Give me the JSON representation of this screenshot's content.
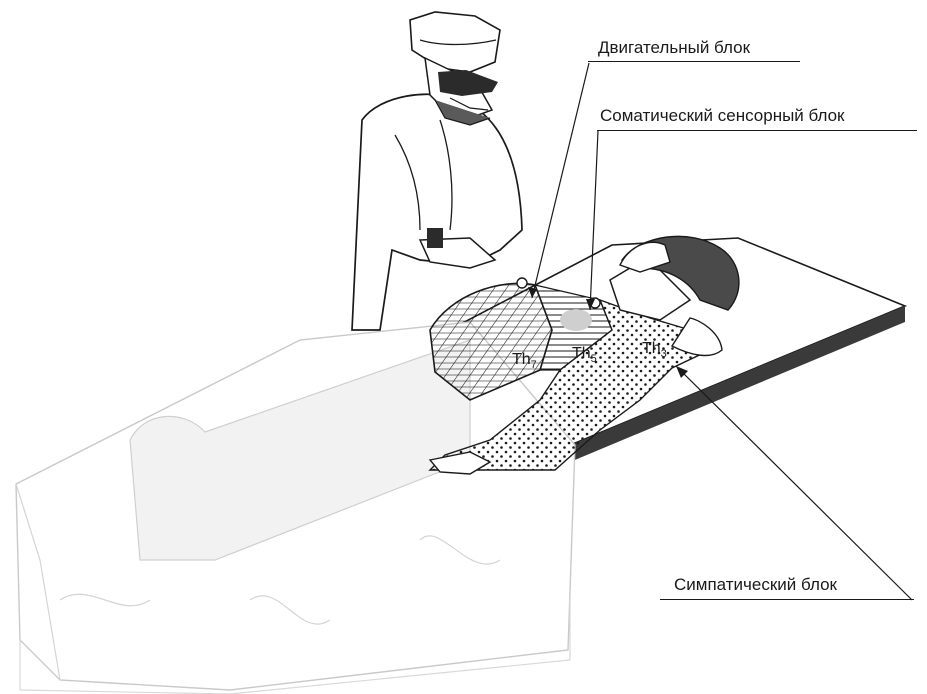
{
  "labels": {
    "motor_block": "Двигательный блок",
    "somatic_sensory_block": "Соматический сенсорный блок",
    "sympathetic_block": "Симпатический блок"
  },
  "segments": [
    {
      "main": "Th",
      "sub": "7"
    },
    {
      "main": "Th",
      "sub": "5"
    },
    {
      "main": "Th",
      "sub": "3"
    }
  ],
  "colors": {
    "line": "#1a1a1a",
    "sheet_shadow": "#e6e6e6",
    "table_side": "#3a3a3a",
    "sensory_patch": "#cfcfcf",
    "goggles": "#2b2b2b"
  }
}
